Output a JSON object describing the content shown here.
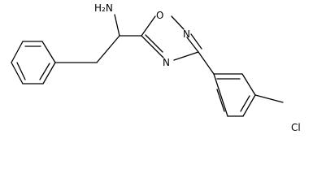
{
  "molecule": {
    "atom_labels": {
      "amine": "H₂N",
      "oxadiazole_o": "O",
      "oxadiazole_n_upper": "N",
      "oxadiazole_n_lower": "N",
      "chlorine": "Cl"
    },
    "colors": {
      "ink": "#000000",
      "background": "#ffffff"
    }
  }
}
